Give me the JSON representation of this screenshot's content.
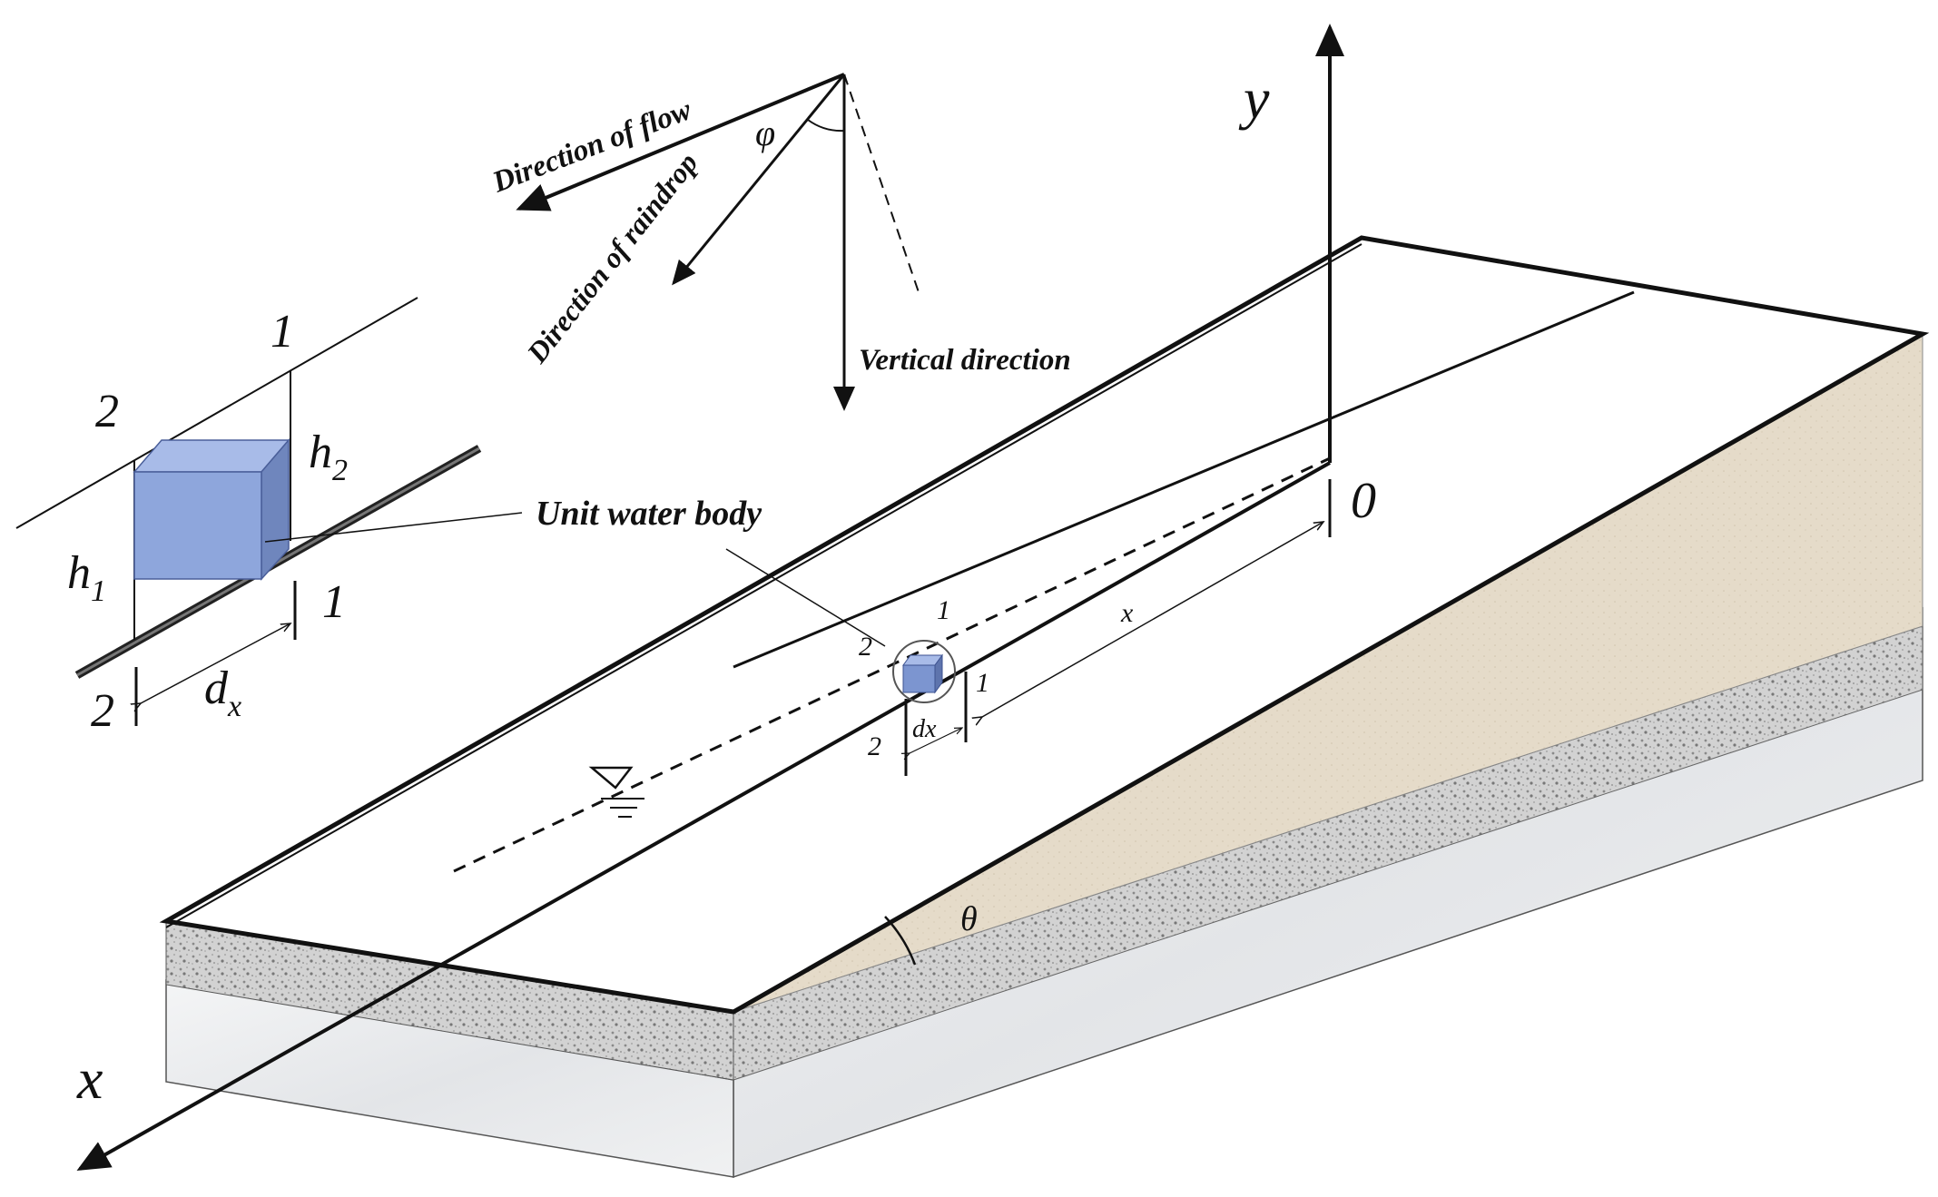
{
  "colors": {
    "sand": "#e6dccb",
    "gravel": "#cfcfcf",
    "gravel_dark": "#9a9a9a",
    "rock": "#eceef0",
    "water_block": "#8ea6dc",
    "water_block_dark": "#6f86bd",
    "line": "#111111"
  },
  "labels": {
    "direction_of_flow": "Direction of flow",
    "direction_of_raindrop": "Direction of raindrop",
    "vertical_direction": "Vertical direction",
    "phi": "φ",
    "unit_water_body": "Unit water body",
    "axis_y": "y",
    "axis_x": "x",
    "origin": "0",
    "theta": "θ",
    "x_distance": "x",
    "dx": "dx"
  },
  "inset": {
    "section_1_top": "1",
    "section_2_top": "2",
    "section_1_bottom": "1",
    "section_2_bottom": "2",
    "h1": "h",
    "h1_sub": "1",
    "h2": "h",
    "h2_sub": "2",
    "dx": "d",
    "dx_sub": "x"
  },
  "slope_markers": {
    "section_1_top": "1",
    "section_2_top": "2",
    "section_1_bottom": "1",
    "section_2_bottom": "2"
  },
  "icons": {
    "water_surface": "water-surface-triangle-icon"
  }
}
